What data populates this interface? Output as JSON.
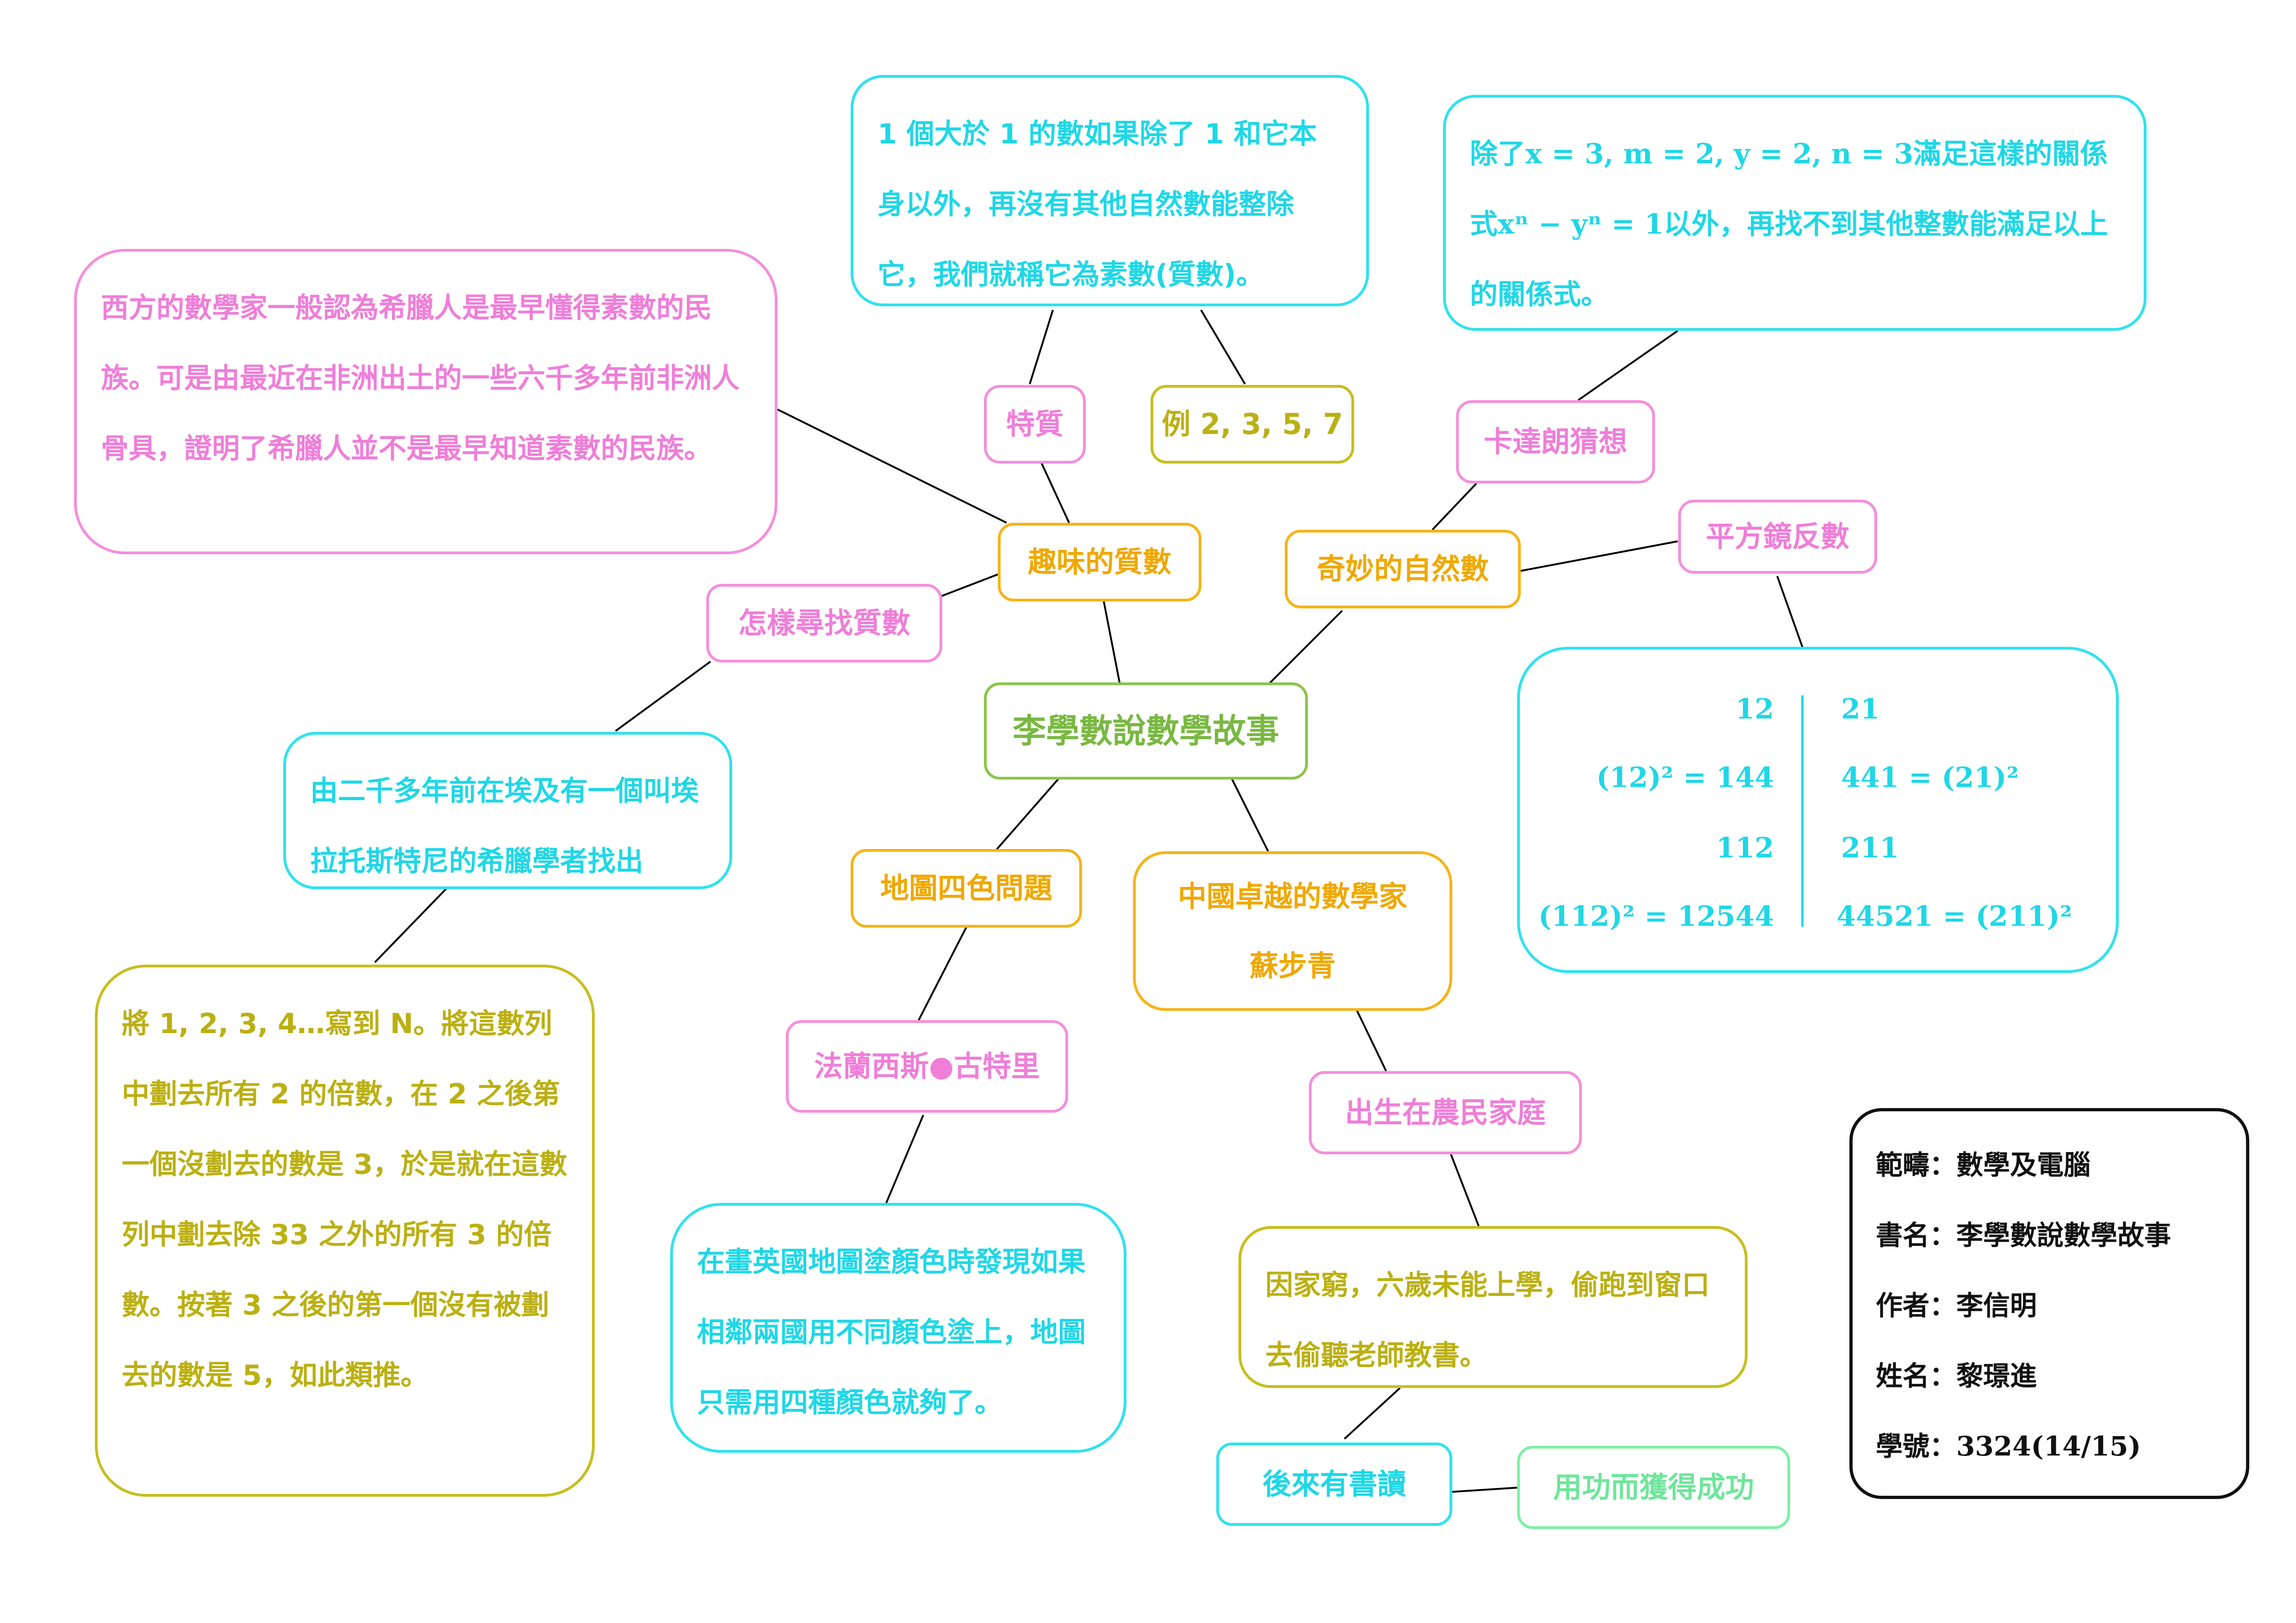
{
  "diagram": {
    "center": "李學數說數學故事",
    "branch_primes": {
      "title": "趣味的質數",
      "property_label": "特質",
      "property_text": "1 個大於 1 的數如果除了 1 和它本身以外，再沒有其他自然數能整除它，我們就稱它為素數(質數)。",
      "example": "例  2, 3, 5, 7",
      "history_text": "西方的數學家一般認為希臘人是最早懂得素數的民族。可是由最近在非洲出土的一些六千多年前非洲人骨具，證明了希臘人並不是最早知道素數的民族。",
      "find_label": "怎樣尋找質數",
      "finder_text": "由二千多年前在埃及有一個叫埃拉托斯特尼的希臘學者找出",
      "sieve_text": "將 1, 2, 3, 4…寫到 N。將這數列中劃去所有 2 的倍數，在 2 之後第一個沒劃去的數是 3，於是就在這數列中劃去除 33 之外的所有 3 的倍數。按著 3 之後的第一個沒有被劃去的數是 5，如此類推。"
    },
    "branch_natural": {
      "title": "奇妙的自然數",
      "catalan_label": "卡達朗猜想",
      "catalan_text": "除了x = 3, m = 2, y = 2, n = 3滿足這樣的關係式xⁿ − yⁿ = 1以外，再找不到其他整數能滿足以上的關係式。",
      "mirror_label": "平方鏡反數",
      "mirror_rows": [
        {
          "left": "12",
          "right": "21"
        },
        {
          "left": "(12)² = 144",
          "right": "441 = (21)²"
        },
        {
          "left": "112",
          "right": "211"
        },
        {
          "left": "(112)² = 12544",
          "right": "44521 = (211)²"
        }
      ]
    },
    "branch_map": {
      "title": "地圖四色問題",
      "person": "法蘭西斯●古特里",
      "text": "在畫英國地圖塗顏色時發現如果相鄰兩國用不同顏色塗上，地圖只需用四種顏色就夠了。"
    },
    "branch_su": {
      "title_line1": "中國卓越的數學家",
      "title_line2": "蘇步青",
      "born": "出生在農民家庭",
      "childhood": "因家窮，六歲未能上學，偷跑到窗口去偷聽老師教書。",
      "later": "後來有書讀",
      "success": "用功而獲得成功"
    }
  },
  "info_box": {
    "category": "範疇：數學及電腦",
    "book": "書名：李學數說數學故事",
    "author": "作者：李信明",
    "name": "姓名：黎璟進",
    "student_no": "學號：3324(14/15)"
  }
}
